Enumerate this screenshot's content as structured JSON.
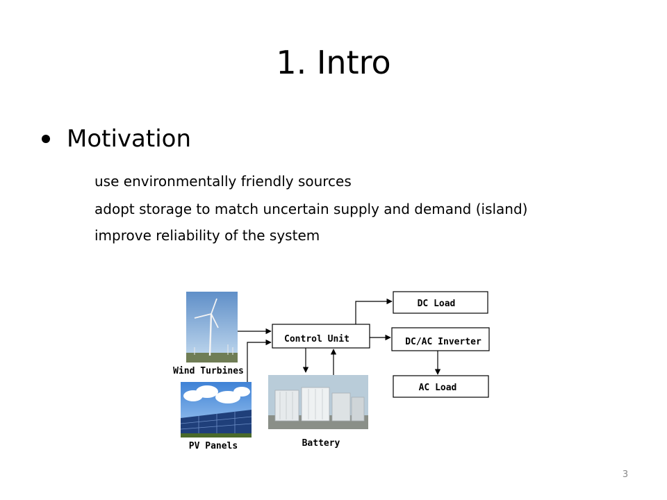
{
  "slide": {
    "title": "1. Intro",
    "bullet": "Motivation",
    "sub_items": [
      "use environmentally friendly sources",
      "adopt storage to match uncertain supply and demand (island)",
      "improve reliability of the system"
    ],
    "page_number": "3"
  },
  "diagram": {
    "labels": {
      "wind": "Wind Turbines",
      "pv": "PV Panels",
      "battery": "Battery",
      "control": "Control Unit",
      "dc_load": "DC Load",
      "inverter": "DC/AC Inverter",
      "ac_load": "AC Load"
    },
    "images": {
      "wind": "wind-turbine-photo",
      "pv": "solar-panel-photo",
      "battery": "battery-storage-photo"
    },
    "colors": {
      "sky": "#8fb3d9",
      "cloud": "#ffffff",
      "panel": "#1f3f7a",
      "grass": "#7a8a4a",
      "container": "#d8dde0"
    }
  }
}
